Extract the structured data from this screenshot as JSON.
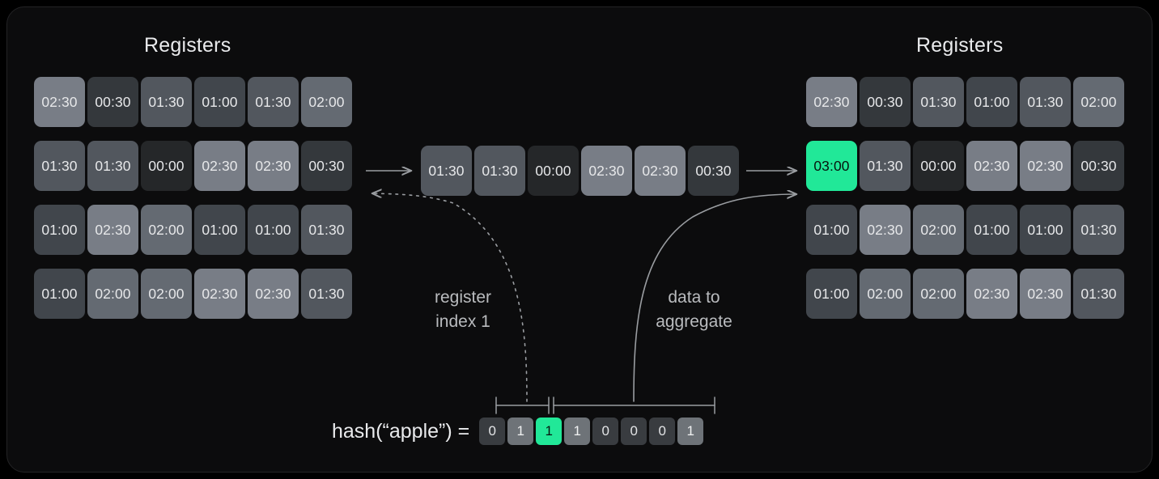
{
  "panels": {
    "left": {
      "title": "Registers",
      "rows": [
        [
          "02:30",
          "00:30",
          "01:30",
          "01:00",
          "01:30",
          "02:00"
        ],
        [
          "01:30",
          "01:30",
          "00:00",
          "02:30",
          "02:30",
          "00:30"
        ],
        [
          "01:00",
          "02:30",
          "02:00",
          "01:00",
          "01:00",
          "01:30"
        ],
        [
          "01:00",
          "02:00",
          "02:00",
          "02:30",
          "02:30",
          "01:30"
        ]
      ]
    },
    "right": {
      "title": "Registers",
      "rows": [
        [
          "02:30",
          "00:30",
          "01:30",
          "01:00",
          "01:30",
          "02:00"
        ],
        [
          "03:00",
          "01:30",
          "00:00",
          "02:30",
          "02:30",
          "00:30"
        ],
        [
          "01:00",
          "02:30",
          "02:00",
          "01:00",
          "01:00",
          "01:30"
        ],
        [
          "01:00",
          "02:00",
          "02:00",
          "02:30",
          "02:30",
          "01:30"
        ]
      ],
      "highlight": {
        "row": 1,
        "col": 0
      }
    }
  },
  "middle_row": {
    "values": [
      "01:30",
      "01:30",
      "00:00",
      "02:30",
      "02:30",
      "00:30"
    ]
  },
  "captions": {
    "register_index": "register\nindex 1",
    "data_to_aggregate": "data to\naggregate"
  },
  "hash": {
    "label": "hash(“apple”)  =",
    "bits": [
      "0",
      "1",
      "1",
      "1",
      "0",
      "0",
      "0",
      "1"
    ],
    "highlight_index": 2
  },
  "colors": {
    "page_background": "#000000",
    "card_background": "#0c0c0d",
    "card_border": "#232325",
    "accent_green": "#21e898",
    "text_primary": "#e9eaec",
    "text_secondary": "#b9bbbe",
    "wire": "#9a9da1",
    "cell_00_00": "#252729",
    "cell_00_30": "#34383c",
    "cell_01_00": "#41464c",
    "cell_01_30": "#52575e",
    "cell_02_00": "#646a72",
    "cell_02_30": "#787d86",
    "bit_zero": "#393c40",
    "bit_one": "#6e7378"
  }
}
